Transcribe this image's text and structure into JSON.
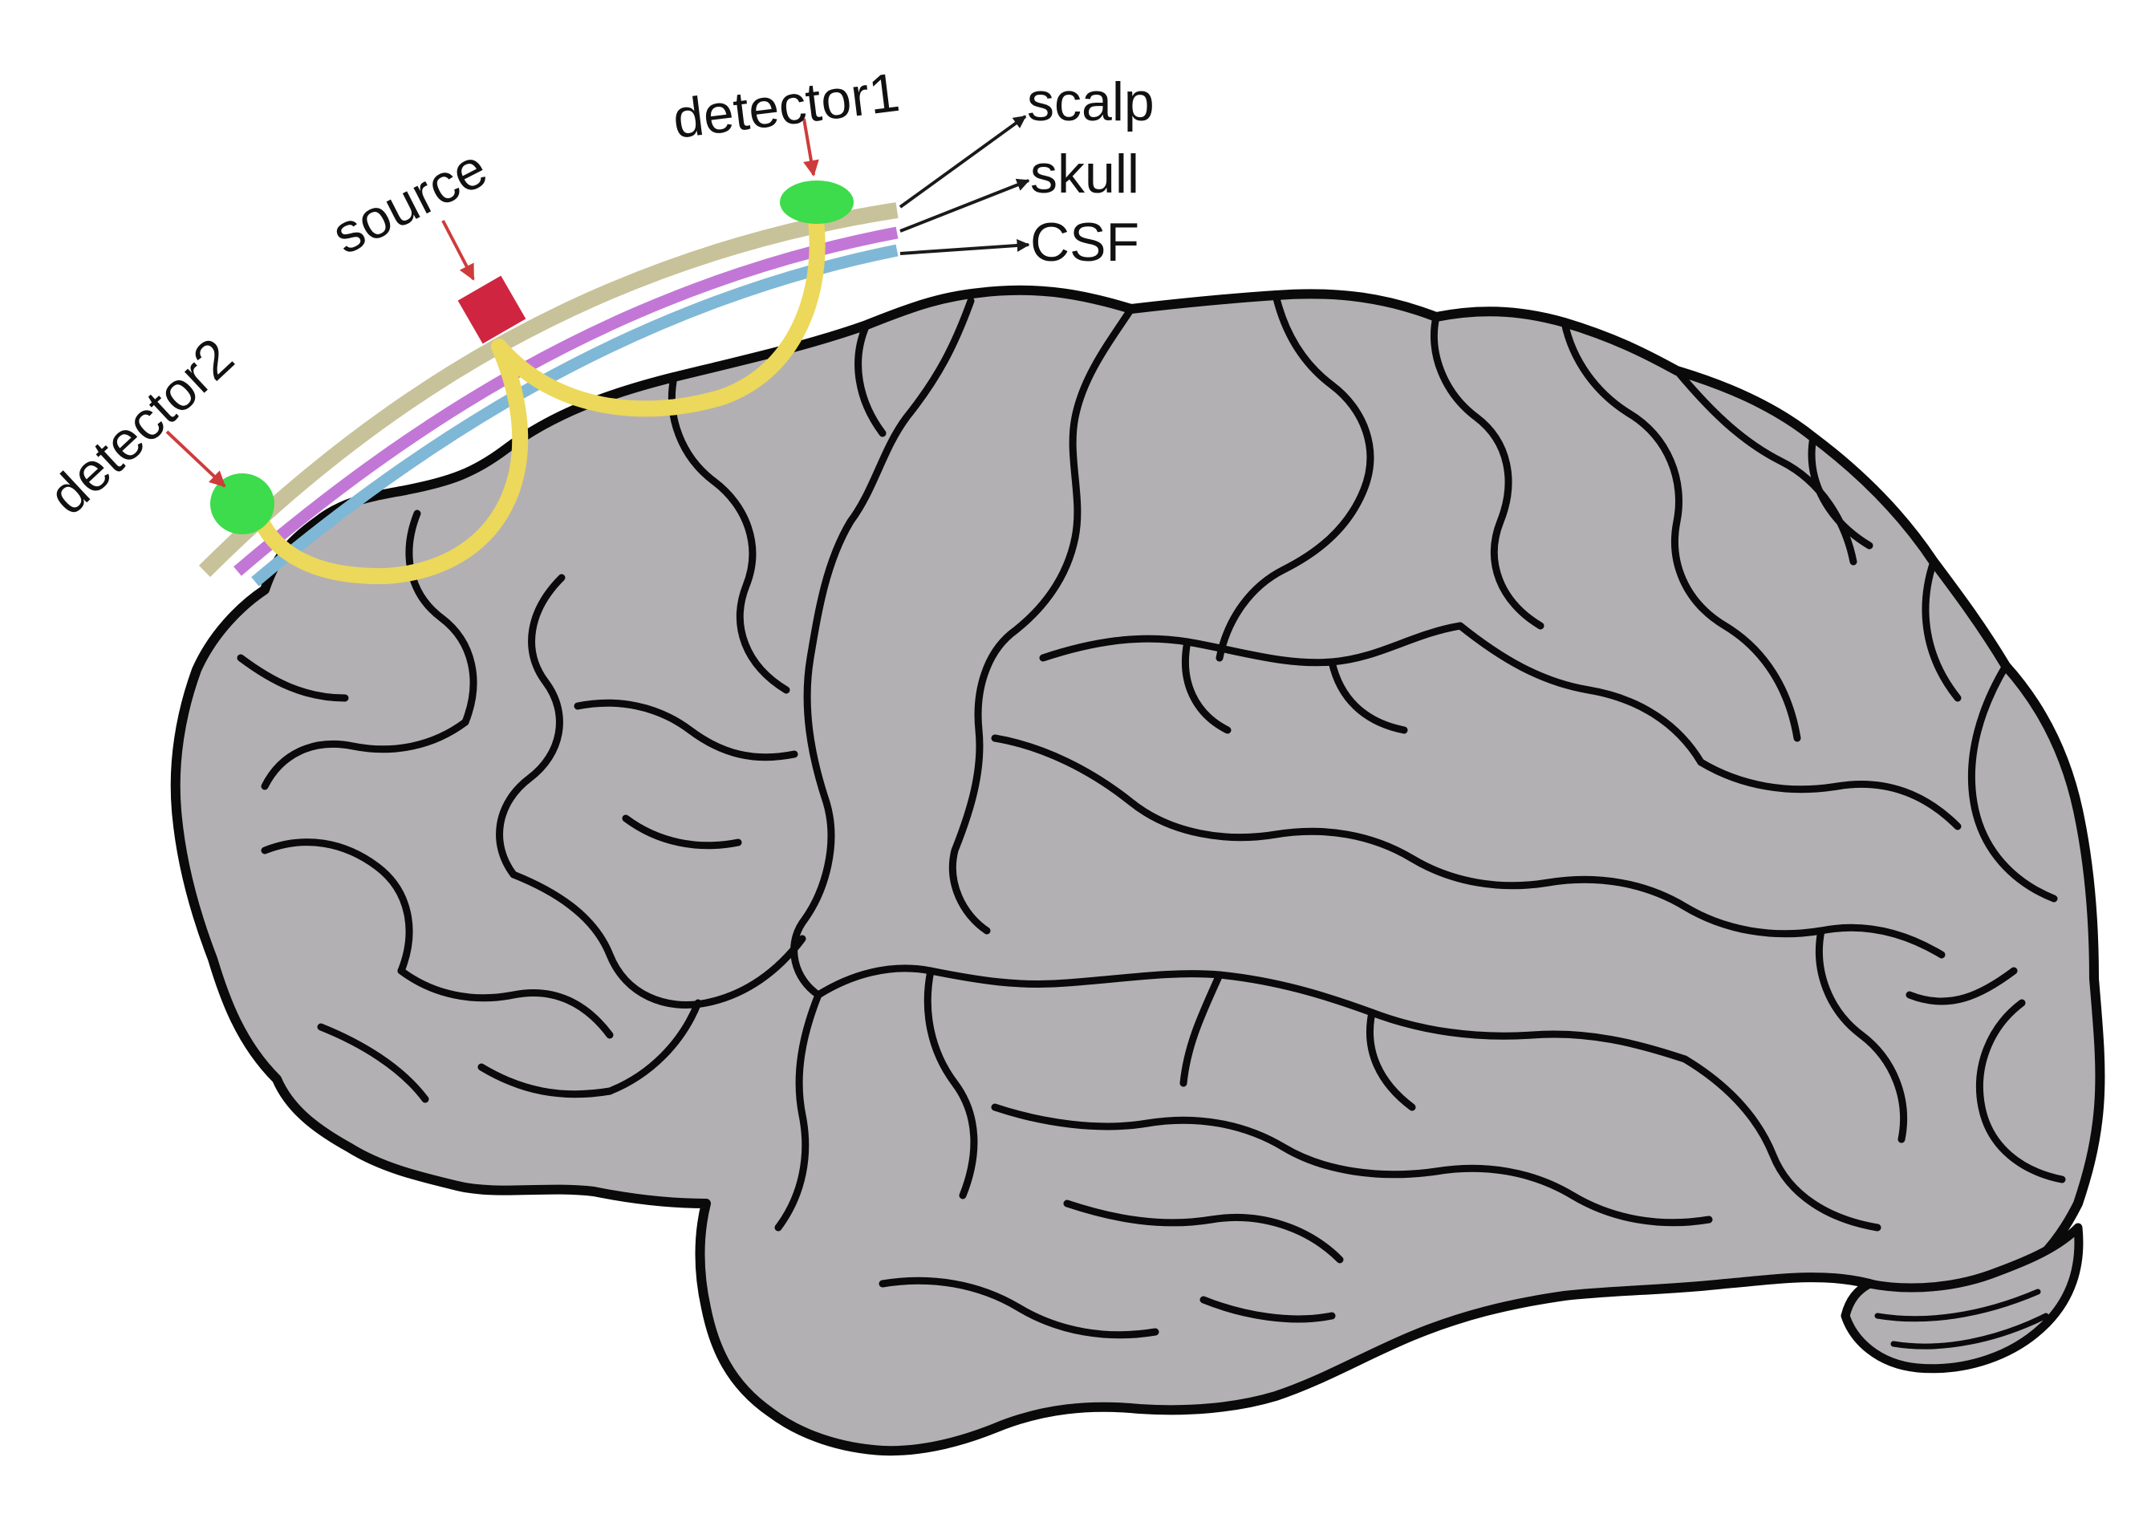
{
  "labels": {
    "scalp": "scalp",
    "skull": "skull",
    "csf": "CSF",
    "source": "source",
    "detector1": "detector1",
    "detector2": "detector2"
  },
  "colors": {
    "brain_fill": "#b3b0b3",
    "brain_outline": "#0a0a0a",
    "scalp_layer": "#c8c29a",
    "skull_layer": "#c277d6",
    "csf_layer": "#7fb8d6",
    "light_path": "#ecd85a",
    "source": "#cf2540",
    "detector": "#3ddc4c",
    "pointer_arrow": "#cf3b3b",
    "label_arrow": "#1a1a1a"
  }
}
